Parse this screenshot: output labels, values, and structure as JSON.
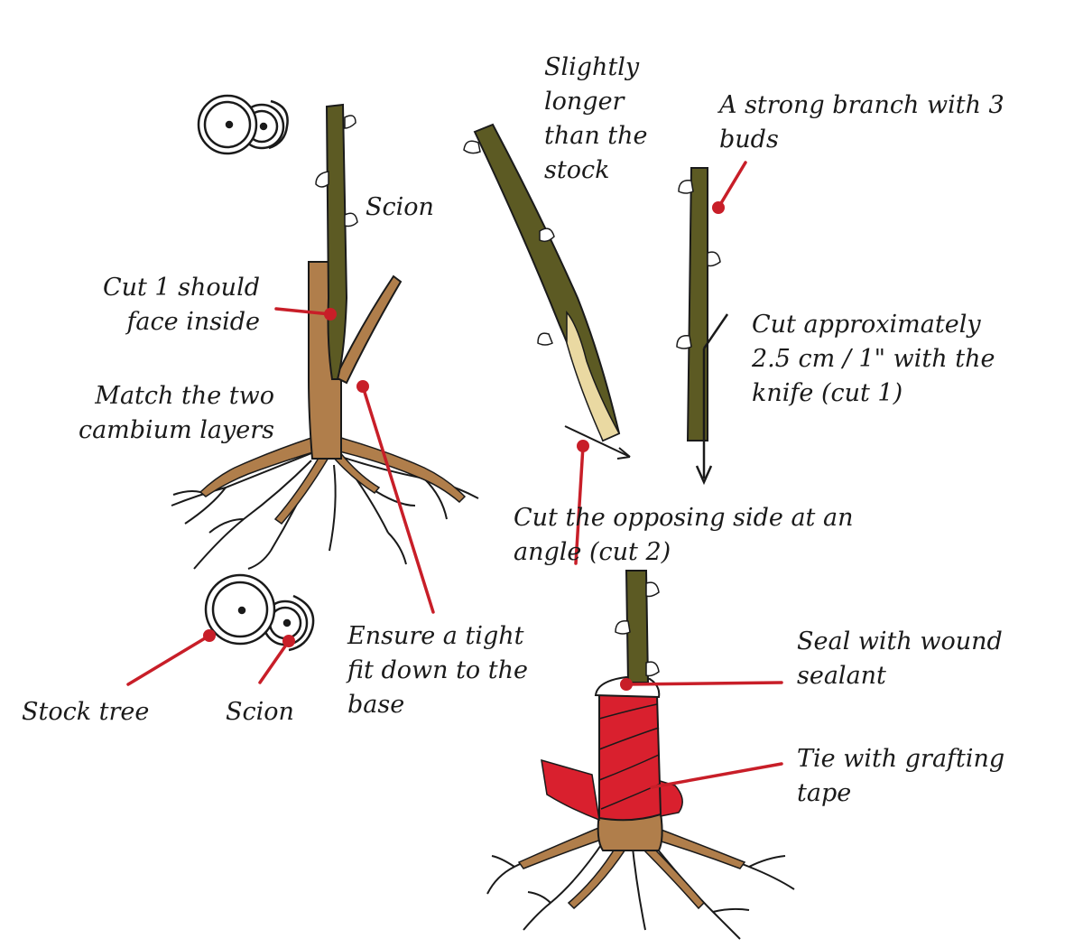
{
  "labels": {
    "slightly_longer": [
      "Slightly",
      "longer",
      "than the",
      "stock"
    ],
    "strong_branch": [
      "A strong branch with 3",
      "buds"
    ],
    "scion_top": "Scion",
    "cut1_face": [
      "Cut 1 should",
      "face inside"
    ],
    "match_cambium": [
      "Match the two",
      "cambium layers"
    ],
    "cut_approx": [
      "Cut approximately",
      "2.5 cm / 1\" with the",
      "knife (cut 1)"
    ],
    "cut_opposing": [
      "Cut the opposing side at an",
      "angle (cut 2)"
    ],
    "tight_fit": [
      "Ensure a tight",
      "fit down to the",
      "base"
    ],
    "seal": [
      "Seal with wound",
      "sealant"
    ],
    "tie": [
      "Tie with grafting",
      "tape"
    ],
    "stock_tree": "Stock tree",
    "scion_bottom": "Scion"
  },
  "colors": {
    "stem": "#5c5a23",
    "stock": "#b07e4b",
    "tape": "#d9202e",
    "pointer": "#c81e28",
    "cut_face": "#ead9a2",
    "ink": "#1a1a1a"
  }
}
